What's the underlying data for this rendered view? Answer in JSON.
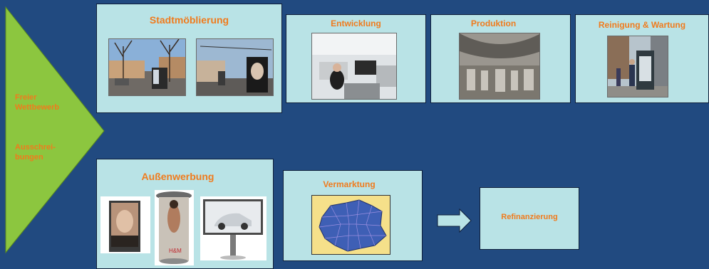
{
  "left_arrow": {
    "text_top": "Freier Wettbewerb",
    "text_bottom": "Ausschrei-bungen",
    "color": "#8cc63f"
  },
  "boxes": {
    "stadt": {
      "title": "Stadtmöblierung"
    },
    "entwicklung": {
      "title": "Entwicklung"
    },
    "produktion": {
      "title": "Produktion"
    },
    "reinigung": {
      "title": "Reinigung & Wartung"
    },
    "aussen": {
      "title": "Außenwerbung"
    },
    "vermarktung": {
      "title": "Vermarktung"
    },
    "refinanzierung": {
      "title": "Refinanzierung"
    }
  },
  "colors": {
    "background": "#214a80",
    "box_fill": "#b9e3e6",
    "title": "#f07b1d"
  }
}
